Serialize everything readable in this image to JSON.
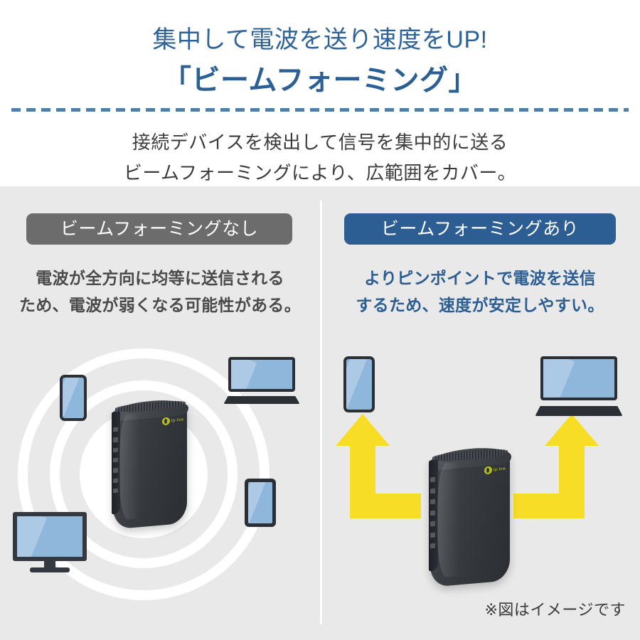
{
  "header": {
    "title_line1": "集中して電波を送り速度をUP!",
    "title_line2": "「ビームフォーミング」",
    "sub_line1": "接続デバイスを検出して信号を集中的に送る",
    "sub_line2": "ビームフォーミングにより、広範囲をカバー。"
  },
  "panels": {
    "left": {
      "badge_label": "ビームフォーミングなし",
      "badge_color": "#6c6c6c",
      "desc_line1": "電波が全方向に均等に送信される",
      "desc_line2": "ため、電波が弱くなる可能性がある。",
      "text_color": "#4a4a4a",
      "devices": [
        "phone",
        "laptop",
        "tablet",
        "monitor",
        "router"
      ]
    },
    "right": {
      "badge_label": "ビームフォーミングあり",
      "badge_color": "#2d5e93",
      "desc_line1": "よりピンポイントで電波を送信",
      "desc_line2": "するため、速度が安定しやすい。",
      "text_color": "#2d5e93",
      "devices": [
        "phone",
        "laptop",
        "router"
      ],
      "arrow_color": "#f7dd25"
    }
  },
  "footnote": "※図はイメージです",
  "colors": {
    "accent_blue": "#2c5f93",
    "panel_bg": "#e9e9e9",
    "page_bg": "#ffffff",
    "screen_blue": "#8fb7dc",
    "device_dark": "#2b2f36",
    "dash_blue": "#4d7fa8",
    "logo_green": "#b6c11f"
  }
}
